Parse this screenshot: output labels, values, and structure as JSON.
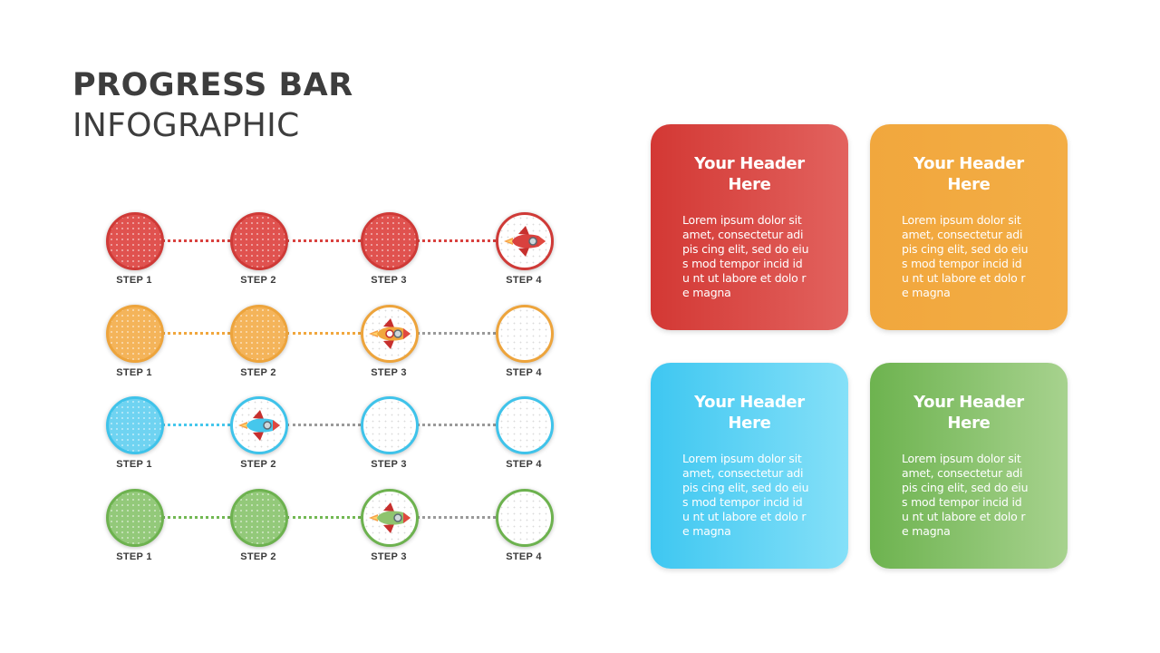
{
  "title": {
    "line1": "PROGRESS BAR",
    "line2": "INFOGRAPHIC"
  },
  "colors": {
    "red": "#d9413e",
    "orange": "#f1a73d",
    "blue": "#45c7ec",
    "green": "#72b853",
    "pending_connector": "#9a9a9a"
  },
  "progress_rows": [
    {
      "color": "red",
      "steps": [
        {
          "label": "STEP 1",
          "state": "filled"
        },
        {
          "label": "STEP 2",
          "state": "filled"
        },
        {
          "label": "STEP 3",
          "state": "filled"
        },
        {
          "label": "STEP 4",
          "state": "rocket",
          "icon": "rocket-icon"
        }
      ]
    },
    {
      "color": "orange",
      "steps": [
        {
          "label": "STEP 1",
          "state": "filled"
        },
        {
          "label": "STEP 2",
          "state": "filled"
        },
        {
          "label": "STEP 3",
          "state": "rocket",
          "icon": "rocket-icon"
        },
        {
          "label": "STEP 4",
          "state": "empty"
        }
      ]
    },
    {
      "color": "blue",
      "steps": [
        {
          "label": "STEP 1",
          "state": "filled"
        },
        {
          "label": "STEP 2",
          "state": "rocket",
          "icon": "rocket-icon"
        },
        {
          "label": "STEP 3",
          "state": "empty"
        },
        {
          "label": "STEP 4",
          "state": "empty"
        }
      ]
    },
    {
      "color": "green",
      "steps": [
        {
          "label": "STEP 1",
          "state": "filled"
        },
        {
          "label": "STEP 2",
          "state": "filled"
        },
        {
          "label": "STEP 3",
          "state": "rocket",
          "icon": "rocket-icon"
        },
        {
          "label": "STEP 4",
          "state": "empty"
        }
      ]
    }
  ],
  "cards": [
    {
      "color": "red",
      "header": "Your Header\nHere",
      "body": "Lorem ipsum dolor sit\namet, consectetur adi\npis cing elit, sed do eiu\ns mod tempor incid id\nu nt ut labore et dolo r\ne magna"
    },
    {
      "color": "orange",
      "header": "Your Header\nHere",
      "body": "Lorem ipsum dolor sit\namet, consectetur adi\npis cing elit, sed do eiu\ns mod tempor incid id\nu nt ut labore et dolo r\ne magna"
    },
    {
      "color": "blue",
      "header": "Your Header\nHere",
      "body": "Lorem ipsum dolor sit\namet, consectetur adi\npis cing elit, sed do eiu\ns mod tempor incid id\nu nt ut labore et dolo r\ne magna"
    },
    {
      "color": "green",
      "header": "Your Header\nHere",
      "body": "Lorem ipsum dolor sit\namet, consectetur adi\npis cing elit, sed do eiu\ns mod tempor incid id\nu nt ut labore et dolo r\ne magna"
    }
  ]
}
